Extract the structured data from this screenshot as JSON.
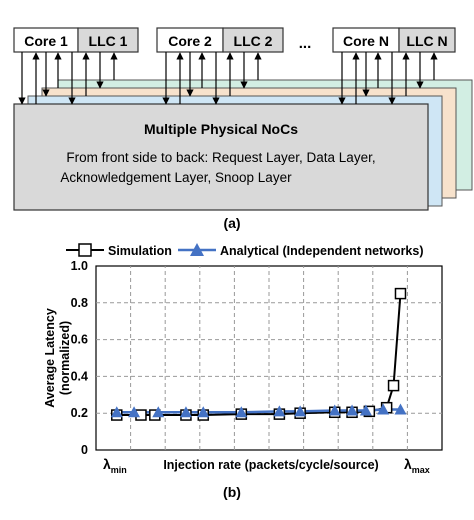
{
  "panel_a": {
    "units": [
      {
        "core": "Core 1",
        "llc": "LLC 1"
      },
      {
        "core": "Core 2",
        "llc": "LLC 2"
      },
      {
        "core": "Core N",
        "llc": "LLC N"
      }
    ],
    "ellipsis": "...",
    "noc_title": "Multiple Physical NoCs",
    "noc_line1": "From front side to back: Request Layer, Data Layer,",
    "noc_line2": "Acknowledgement Layer, Snoop Layer",
    "layer_colors": [
      "#d9d9d9",
      "#cfe6f5",
      "#f7e2cc",
      "#d2eee3"
    ],
    "caption": "(a)"
  },
  "panel_b": {
    "caption": "(b)"
  },
  "chart_data": {
    "type": "line",
    "ylabel_line1": "Average Latency",
    "ylabel_line2": "(normalized)",
    "xlabel": "Injection rate (packets/cycle/source)",
    "x_tick_min": {
      "main": "λ",
      "sub": "min"
    },
    "x_tick_max": {
      "main": "λ",
      "sub": "max"
    },
    "ylim": [
      0,
      1.0
    ],
    "yticks": [
      "0",
      "0.2",
      "0.4",
      "0.6",
      "0.8",
      "1.0"
    ],
    "grid": true,
    "legend_position": "top",
    "series": [
      {
        "name": "Simulation",
        "marker": "square",
        "color": "#000000",
        "points": [
          [
            0.06,
            0.19
          ],
          [
            0.13,
            0.19
          ],
          [
            0.17,
            0.19
          ],
          [
            0.26,
            0.19
          ],
          [
            0.31,
            0.19
          ],
          [
            0.42,
            0.195
          ],
          [
            0.53,
            0.195
          ],
          [
            0.59,
            0.2
          ],
          [
            0.69,
            0.205
          ],
          [
            0.74,
            0.205
          ],
          [
            0.79,
            0.21
          ],
          [
            0.84,
            0.23
          ],
          [
            0.86,
            0.35
          ],
          [
            0.88,
            0.85
          ]
        ]
      },
      {
        "name": "Analytical (Independent networks)",
        "marker": "triangle",
        "color": "#4472c4",
        "points": [
          [
            0.06,
            0.205
          ],
          [
            0.11,
            0.205
          ],
          [
            0.18,
            0.205
          ],
          [
            0.26,
            0.205
          ],
          [
            0.31,
            0.205
          ],
          [
            0.42,
            0.205
          ],
          [
            0.53,
            0.21
          ],
          [
            0.59,
            0.21
          ],
          [
            0.69,
            0.215
          ],
          [
            0.74,
            0.215
          ],
          [
            0.78,
            0.215
          ],
          [
            0.83,
            0.22
          ],
          [
            0.88,
            0.22
          ]
        ]
      }
    ]
  }
}
